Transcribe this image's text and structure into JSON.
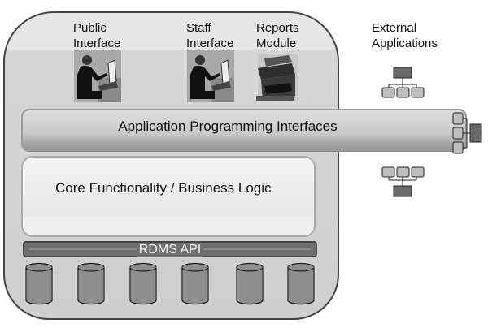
{
  "diagram": {
    "components": {
      "public_interface": "Public\nInterface",
      "staff_interface": "Staff\nInterface",
      "reports_module": "Reports\nModule",
      "external_applications": "External\nApplications"
    },
    "labels": {
      "public_line1": "Public",
      "public_line2": "Interface",
      "staff_line1": "Staff",
      "staff_line2": "Interface",
      "reports_line1": "Reports",
      "reports_line2": "Module",
      "external_line1": "External",
      "external_line2": "Applications"
    },
    "layers": {
      "api": "Application Programming Interfaces",
      "core": "Core Functionality / Business Logic",
      "rdms": "RDMS API"
    },
    "databases": [
      {
        "name": "database-1"
      },
      {
        "name": "database-2"
      },
      {
        "name": "database-3"
      },
      {
        "name": "database-4"
      },
      {
        "name": "database-5"
      },
      {
        "name": "database-6"
      }
    ],
    "external_icons": [
      "hierarchy-top",
      "hierarchy-right",
      "hierarchy-bottom"
    ],
    "colors": {
      "container": "#d6d6d6",
      "api_bar": "#c9c9c9",
      "core_box": "#eeeeee",
      "rdms_bar": "#6f6f6f",
      "database": "#8e8e8e",
      "node_dark": "#6a6a6a",
      "node_light": "#bdbdbd"
    }
  }
}
